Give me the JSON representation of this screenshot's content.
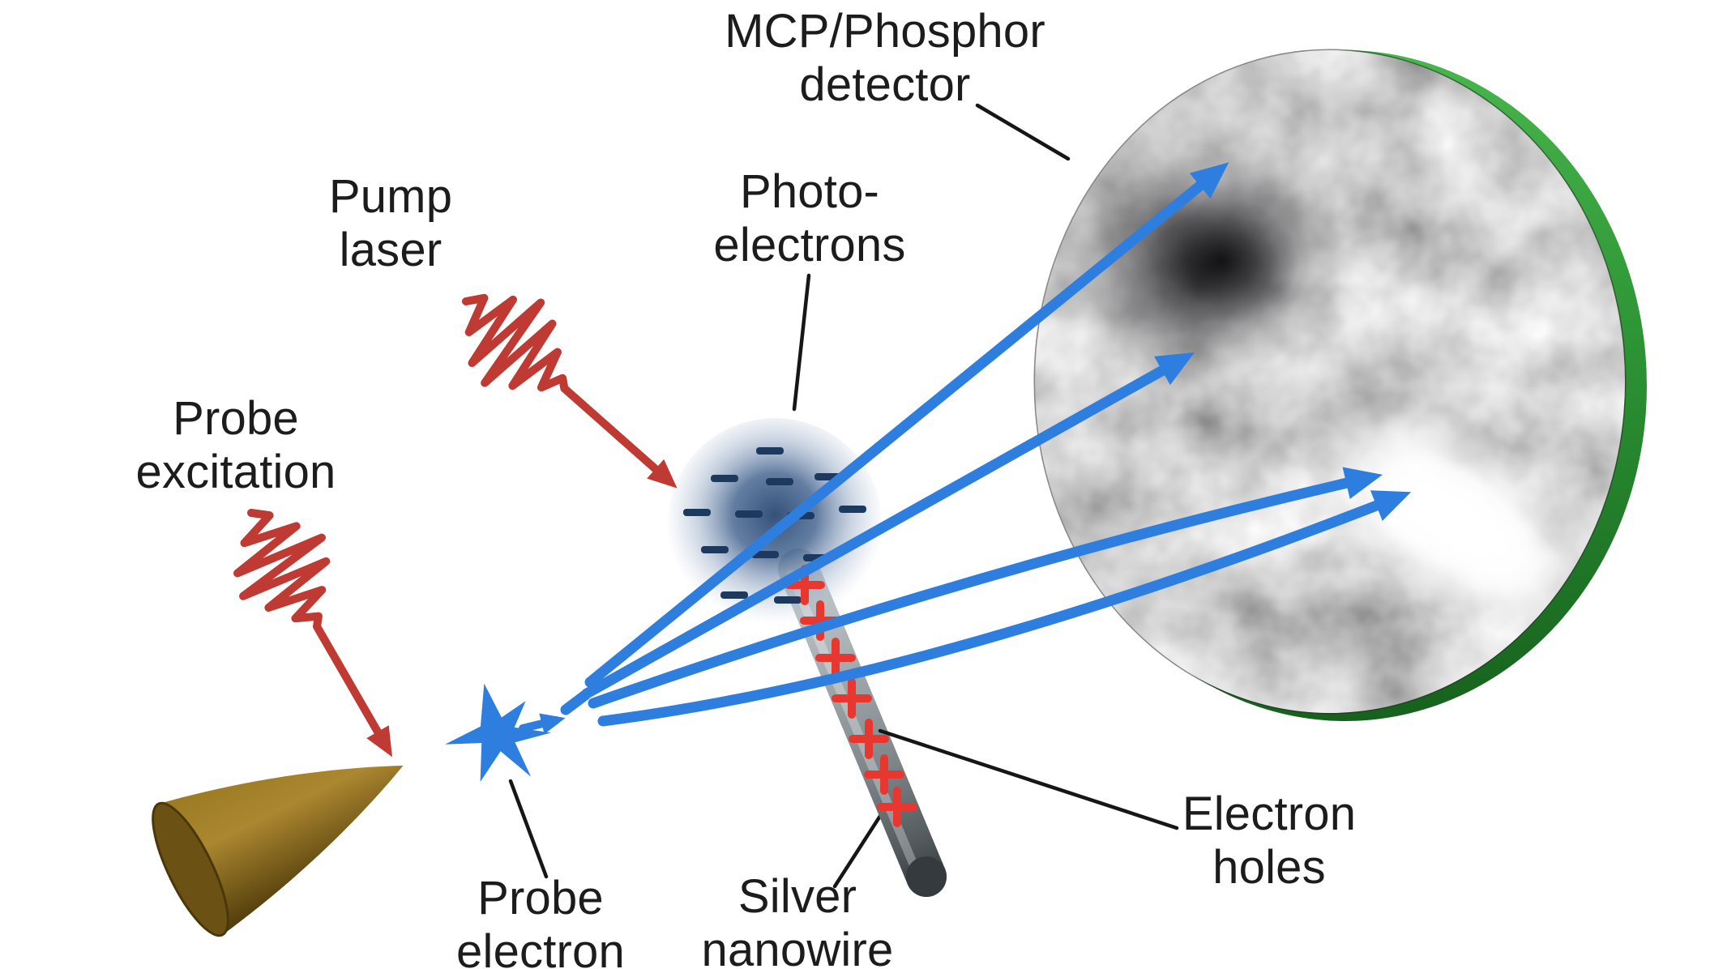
{
  "figure": {
    "labels": {
      "detector": "MCP/Phosphor\ndetector",
      "pump_laser": "Pump\nlaser",
      "probe_excitation": "Probe\nexcitation",
      "photoelectrons": "Photo-\nelectrons",
      "probe_electron": "Probe\nelectron",
      "silver_nanowire": "Silver\nnanowire",
      "electron_holes": "Electron\nholes"
    },
    "colors": {
      "laser_red": "#bf3a32",
      "electron_blue": "#2e7ee0",
      "hole_plus_red": "#e8372f",
      "charge_minus_navy": "#1d3a5e",
      "cloud_core_navy": "#2c4a74",
      "nanowire_light_gray": "#c9ced1",
      "nanowire_dark_gray": "#3b4145",
      "tip_brown_light": "#a8822c",
      "tip_brown_dark": "#584208",
      "detector_green": "#2f9e38",
      "label_text": "#1c1c1c",
      "background": "#ffffff"
    },
    "counts": {
      "photoelectron_minus_marks": 13,
      "electron_hole_plus_marks": 7,
      "electron_trajectories": 4
    }
  }
}
